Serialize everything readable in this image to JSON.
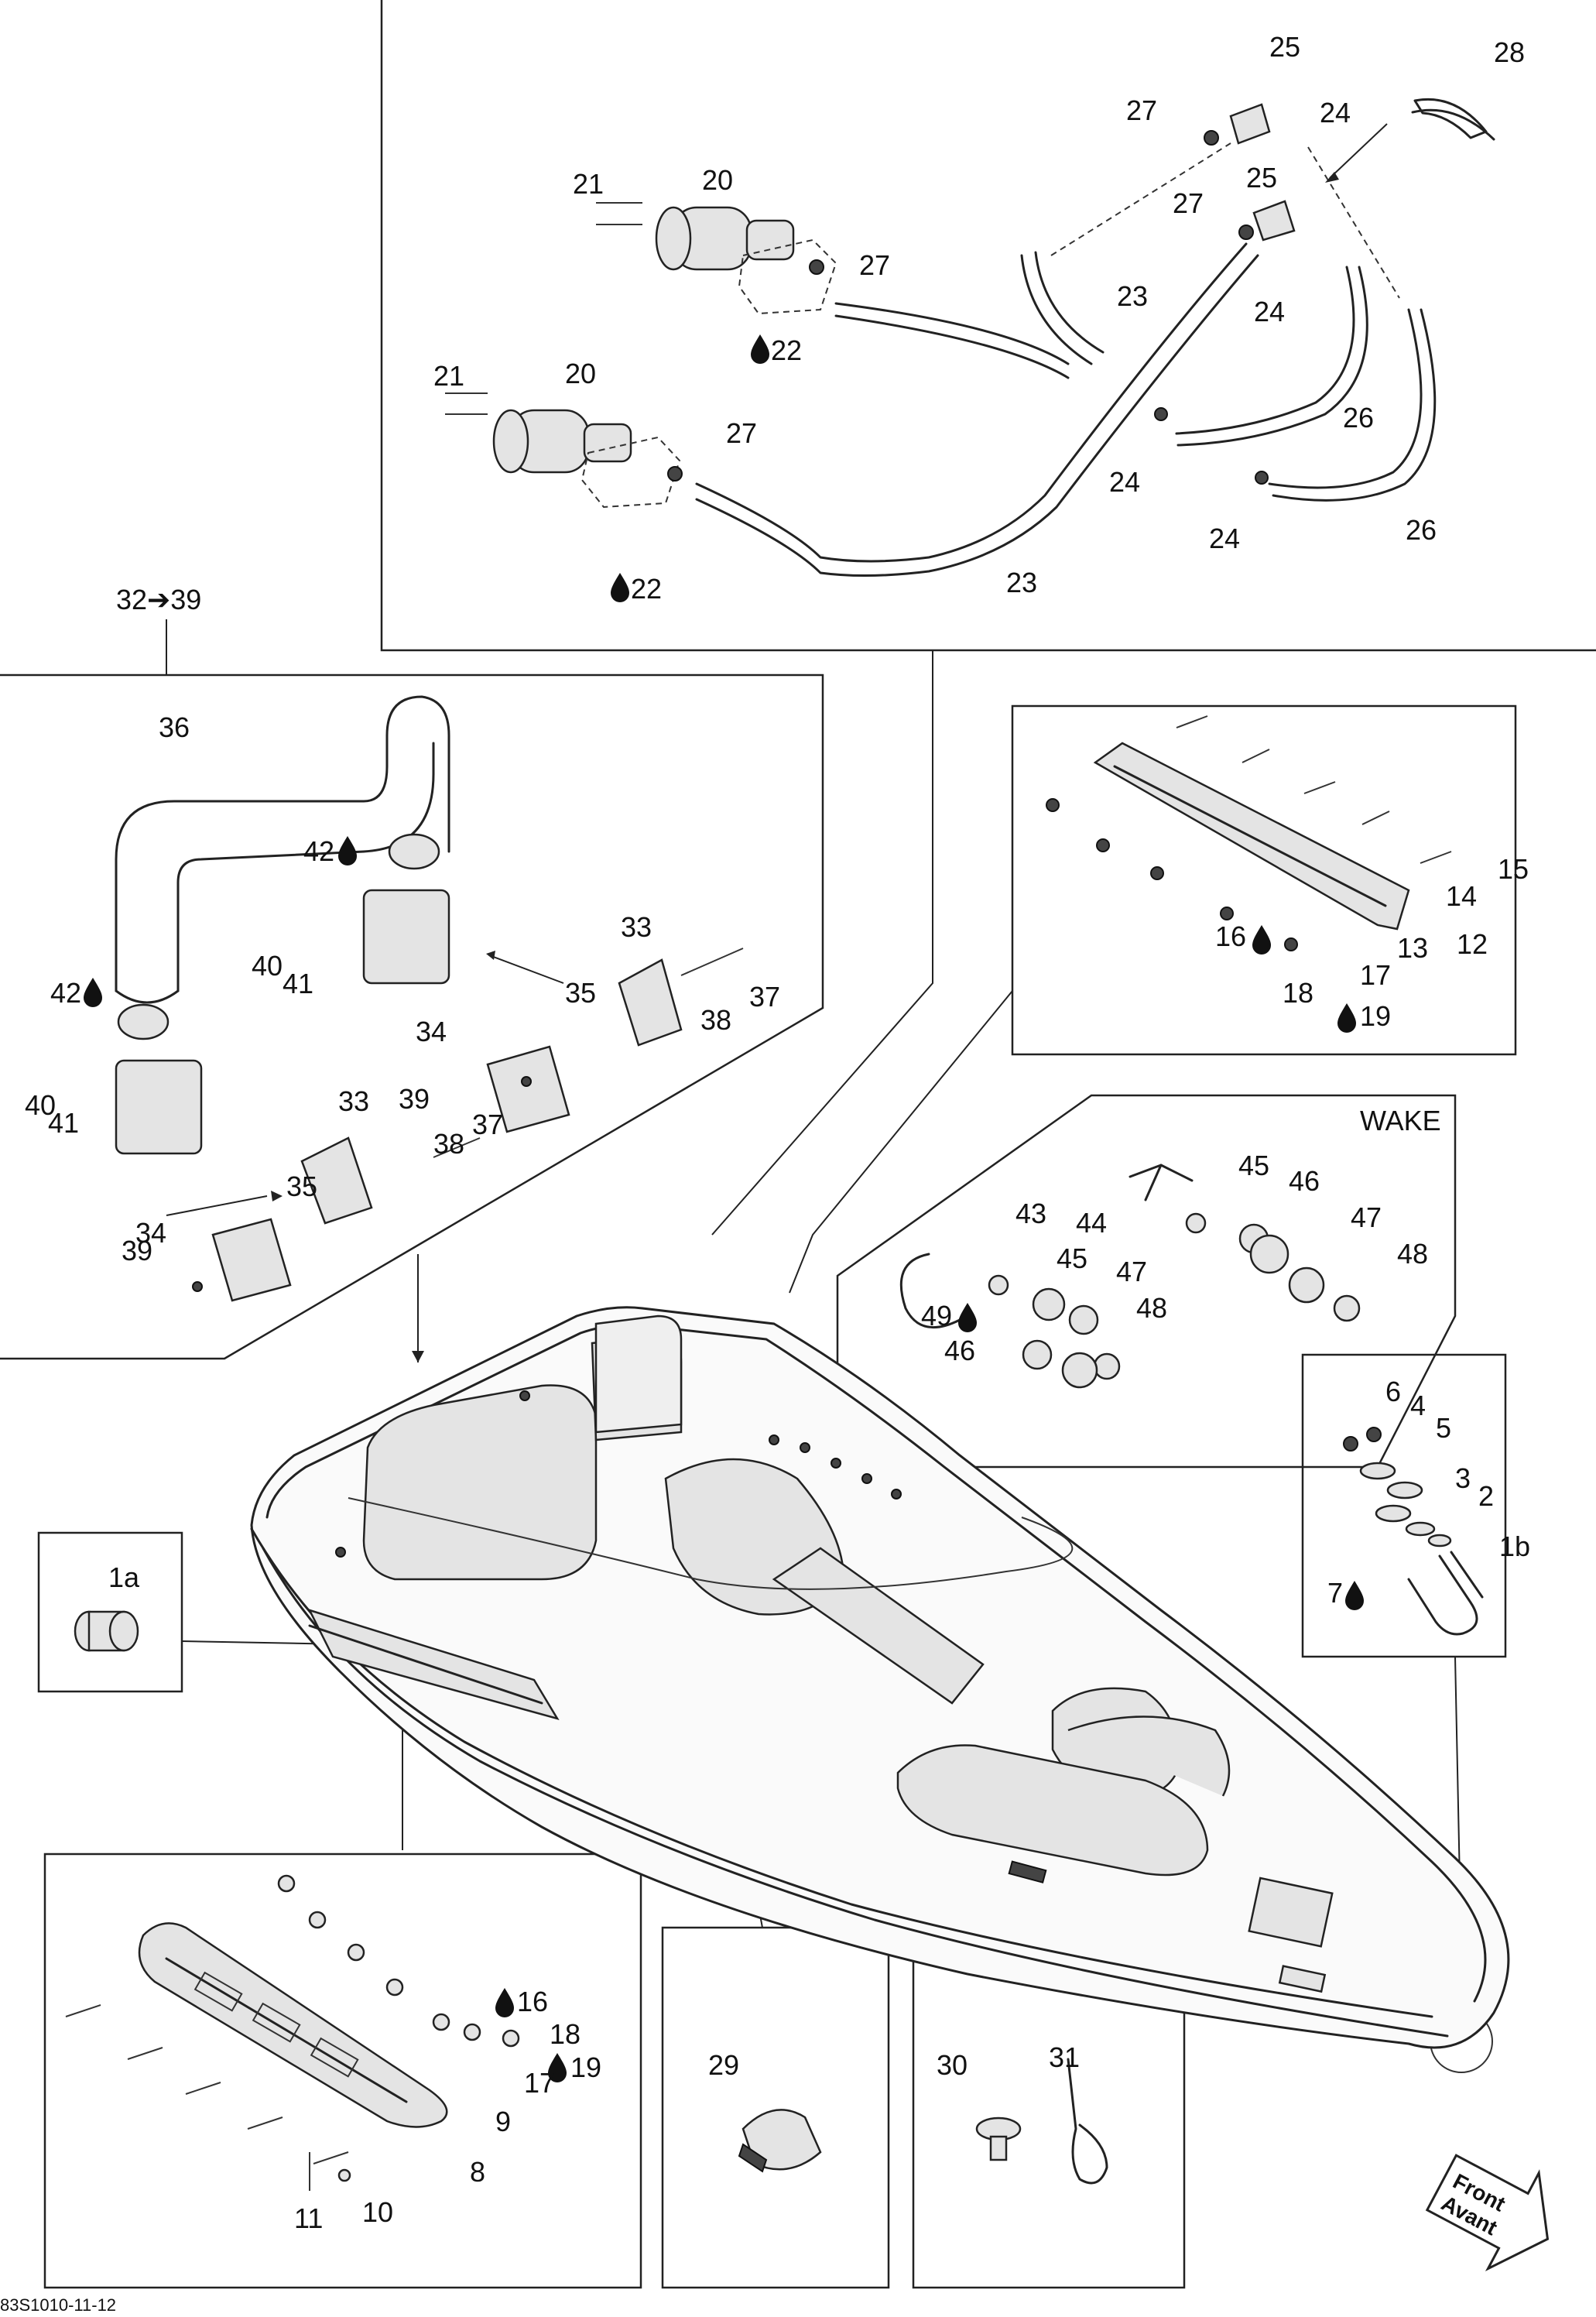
{
  "diagram_id": "83S1010-11-12",
  "callouts": {
    "c1a": "1a",
    "c1b": "1b",
    "c2": "2",
    "c3": "3",
    "c4": "4",
    "c5": "5",
    "c6": "6",
    "c7": "7",
    "c8": "8",
    "c9": "9",
    "c10": "10",
    "c11": "11",
    "c12": "12",
    "c13": "13",
    "c14": "14",
    "c15": "15",
    "c16a": "16",
    "c16b": "16",
    "c17a": "17",
    "c17b": "17",
    "c18a": "18",
    "c18b": "18",
    "c19a": "19",
    "c19b": "19",
    "c20a": "20",
    "c20b": "20",
    "c21a": "21",
    "c21b": "21",
    "c22a": "22",
    "c22b": "22",
    "c23a": "23",
    "c23b": "23",
    "c24a": "24",
    "c24b": "24",
    "c24c": "24",
    "c24d": "24",
    "c25a": "25",
    "c25b": "25",
    "c26a": "26",
    "c26b": "26",
    "c27a": "27",
    "c27b": "27",
    "c27c": "27",
    "c27d": "27",
    "c28": "28",
    "c29": "29",
    "c30": "30",
    "c31": "31",
    "c32to39": "32➔39",
    "c33a": "33",
    "c33b": "33",
    "c34a": "34",
    "c34b": "34",
    "c35a": "35",
    "c35b": "35",
    "c36": "36",
    "c37a": "37",
    "c37b": "37",
    "c38a": "38",
    "c38b": "38",
    "c39a": "39",
    "c39b": "39",
    "c40a": "40",
    "c40b": "40",
    "c41a": "41",
    "c41b": "41",
    "c42a": "42",
    "c42b": "42",
    "c43": "43",
    "c44": "44",
    "c45a": "45",
    "c45b": "45",
    "c46a": "46",
    "c46b": "46",
    "c47a": "47",
    "c47b": "47",
    "c48a": "48",
    "c48b": "48",
    "c49": "49"
  },
  "wake_label": "WAKE",
  "front_badge": {
    "line1": "Front",
    "line2": "Avant"
  },
  "icons": {
    "drop": "sealant-drop-icon",
    "arrow": "front-arrow-icon"
  }
}
